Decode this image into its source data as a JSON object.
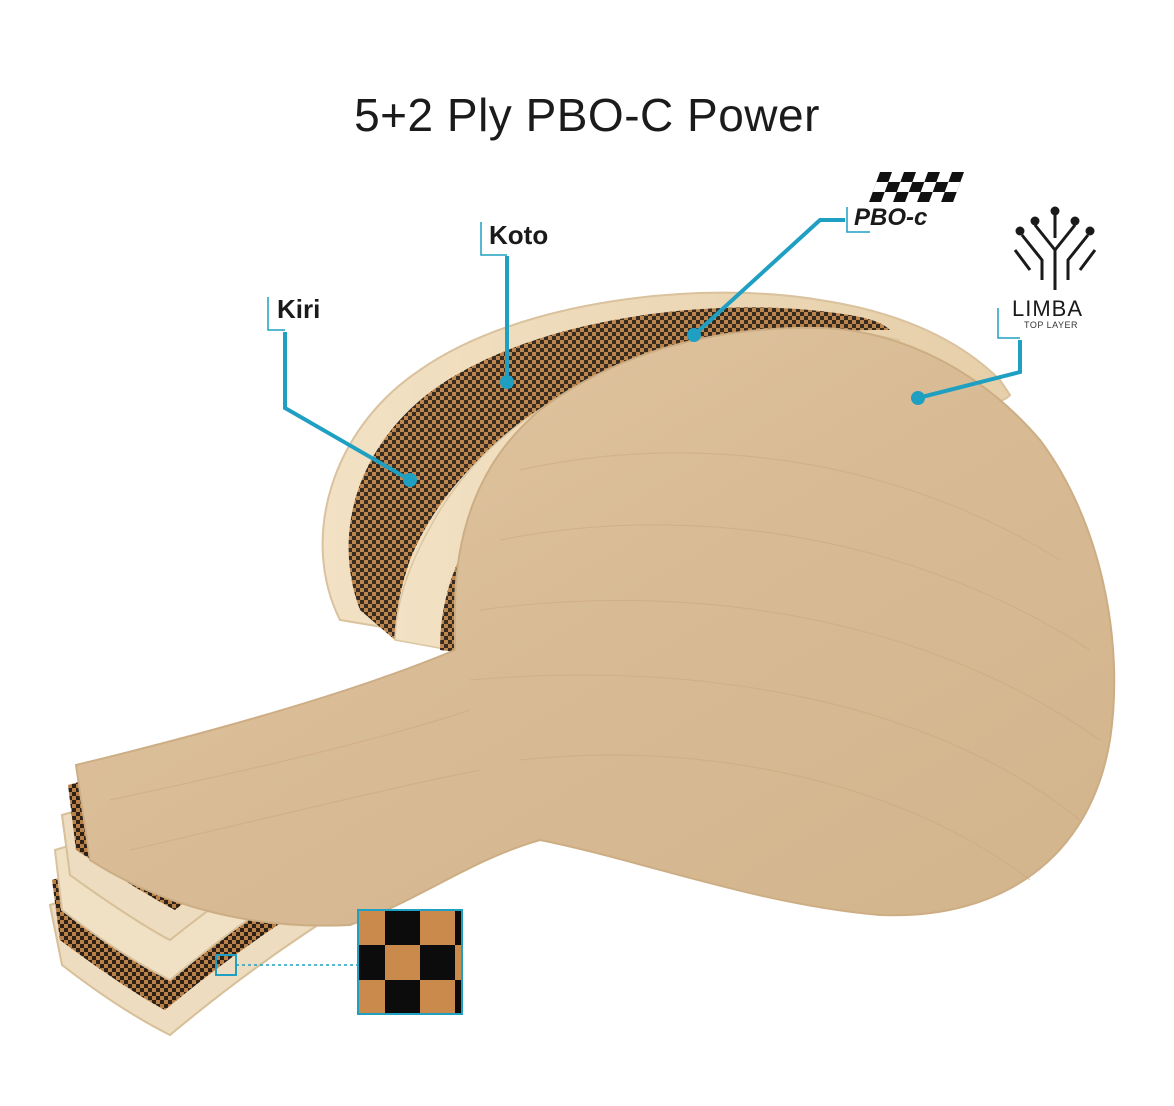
{
  "title": "5+2 Ply PBO-C Power",
  "labels": {
    "kiri": "Kiri",
    "koto": "Koto",
    "pbo": "PBO-c",
    "limba": "LIMBA",
    "limba_sub": "TOP LAYER"
  },
  "colors": {
    "accent": "#1f9fc1",
    "wood_top": "#dcc09c",
    "wood_edge": "#e9d6b8",
    "carbon_dark": "#3a2a1c",
    "carbon_light": "#b77f45"
  },
  "icons": {
    "pbo_logo": "checkered-flag-icon",
    "limba_logo": "tree-icon"
  }
}
